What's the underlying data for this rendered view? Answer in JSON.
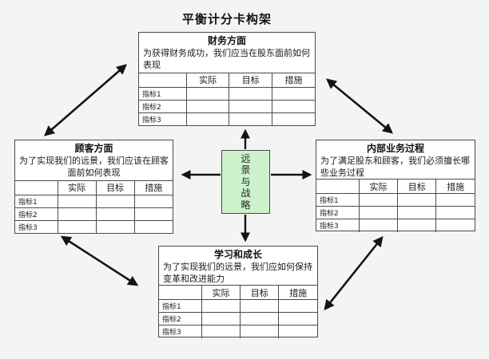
{
  "page": {
    "title": "平衡计分卡构架",
    "background": "#f4f4f4"
  },
  "colors": {
    "box_background": "#ffffff",
    "box_border": "#4a4a4a",
    "center_box_background": "#ccf2cc",
    "arrow": "#141414",
    "text": "#1a1a1a"
  },
  "center_box": {
    "text": "远景与战略",
    "chars": [
      "远",
      "景",
      "与",
      "战",
      "略"
    ]
  },
  "metrics_table": {
    "headers": [
      "",
      "实际",
      "目标",
      "措施"
    ],
    "row_labels": [
      "指标1",
      "指标2",
      "指标3"
    ]
  },
  "boxes": {
    "financial": {
      "title": "财务方面",
      "desc": "为获得财务成功，我们应当在股东面前如何表现"
    },
    "customer": {
      "title": "顾客方面",
      "desc": "为了实现我们的远景，我们应该在顾客面前如何表现"
    },
    "internal": {
      "title": "内部业务过程",
      "desc": "为了满足股东和顾客，我们必须擅长哪些业务过程"
    },
    "learning": {
      "title": "学习和成长",
      "desc": "为了实现我们的远景，我们应如何保持变革和改进能力"
    }
  }
}
